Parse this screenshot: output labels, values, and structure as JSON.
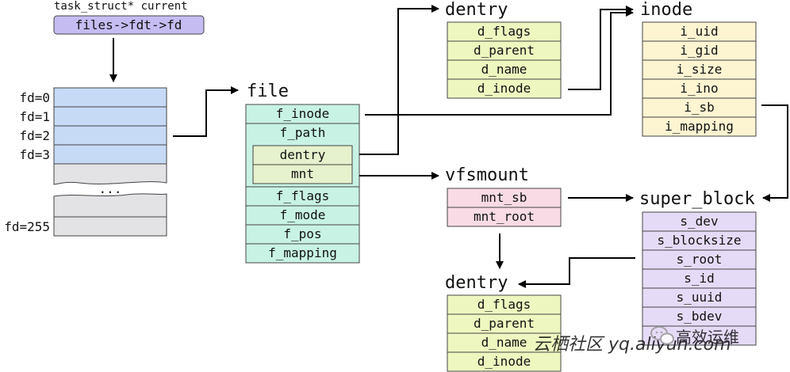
{
  "colors": {
    "blue": "#c6daf6",
    "lavender": "#c5bdf2",
    "teal": "#c8f3e4",
    "yellow": "#eff7c0",
    "cream": "#fdf4d2",
    "pink": "#f9dbe5",
    "purple": "#e6dbf7",
    "gray": "#e3e3e6",
    "watermark": "#b5b5b5"
  },
  "current": {
    "label": "task_struct* current",
    "value": "files->fdt->fd"
  },
  "fd_table": {
    "labels": [
      "fd=0",
      "fd=1",
      "fd=2",
      "fd=3"
    ],
    "ellipsis": "...",
    "last_label": "fd=255"
  },
  "file": {
    "title": "file",
    "fields": [
      "f_inode",
      "f_path",
      "f_flags",
      "f_mode",
      "f_pos",
      "f_mapping"
    ],
    "path_fields": [
      "dentry",
      "mnt"
    ]
  },
  "dentry_top": {
    "title": "dentry",
    "fields": [
      "d_flags",
      "d_parent",
      "d_name",
      "d_inode"
    ]
  },
  "inode": {
    "title": "inode",
    "fields": [
      "i_uid",
      "i_gid",
      "i_size",
      "i_ino",
      "i_sb",
      "i_mapping"
    ]
  },
  "vfsmount": {
    "title": "vfsmount",
    "fields": [
      "mnt_sb",
      "mnt_root"
    ]
  },
  "super_block": {
    "title": "super_block",
    "fields": [
      "s_dev",
      "s_blocksize",
      "s_root",
      "s_id",
      "s_uuid",
      "s_bdev"
    ]
  },
  "dentry_bottom": {
    "title": "dentry",
    "fields": [
      "d_flags",
      "d_parent",
      "d_name",
      "d_inode"
    ]
  },
  "watermark": {
    "text": "云栖社区 yq.aliyun.com",
    "brand": "高效运维"
  }
}
